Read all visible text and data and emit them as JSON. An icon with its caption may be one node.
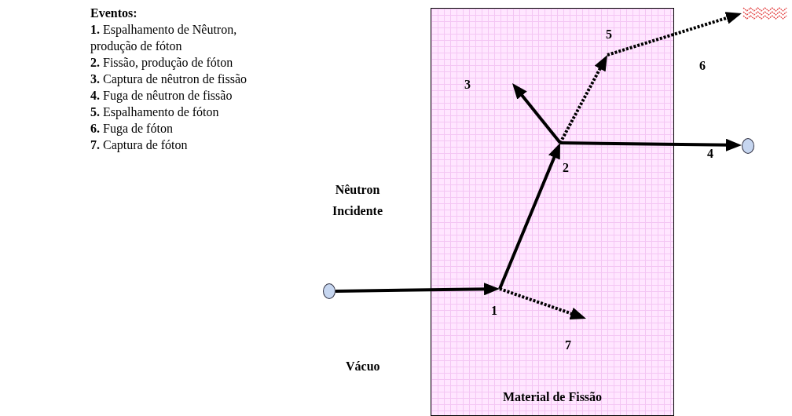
{
  "diagram": {
    "title": "Eventos:",
    "nodes": [
      {
        "text": [
          "Material de Fissão"
        ]
      },
      {
        "text": [],
        "shape": "circle"
      },
      {
        "text": [
          "1"
        ],
        "in": 0
      },
      {
        "text": [
          "2"
        ],
        "in": 0
      },
      {
        "text": [
          "3"
        ],
        "in": 0
      },
      {
        "text": [
          "5"
        ],
        "in": 0
      },
      {
        "text": [
          "7"
        ],
        "in": 0
      },
      {
        "text": [],
        "shape": "circle"
      },
      {
        "text": [],
        "shape": "picture"
      }
    ],
    "edges": [
      {
        "from": 1,
        "to": 2,
        "arrow": "to"
      },
      {
        "from": 2,
        "to": 3,
        "arrow": "to"
      },
      {
        "from": 2,
        "to": 6,
        "arrow": "to",
        "style": "dashed"
      },
      {
        "from": 3,
        "to": 4,
        "arrow": "to"
      },
      {
        "from": 3,
        "to": 7,
        "arrow": "to"
      },
      {
        "from": 3,
        "to": 5,
        "arrow": "to",
        "style": "dashed"
      },
      {
        "from": 5,
        "to": 8,
        "arrow": "to",
        "style": "dashed"
      }
    ],
    "labels": [
      "**1.** Espalhamento de Nêutron, produção de fóton",
      "**2.** Fissão, produção de fóton",
      "**3.** Captura de nêutron de fissão",
      "**4.** Fuga de nêutron de fissão",
      "**5.** Espalhamento de fóton",
      "**6.** Fuga de fóton",
      "**7.** Captura de fóton",
      "Nêutron Incidente",
      "4",
      "6",
      "Vácuo"
    ]
  }
}
